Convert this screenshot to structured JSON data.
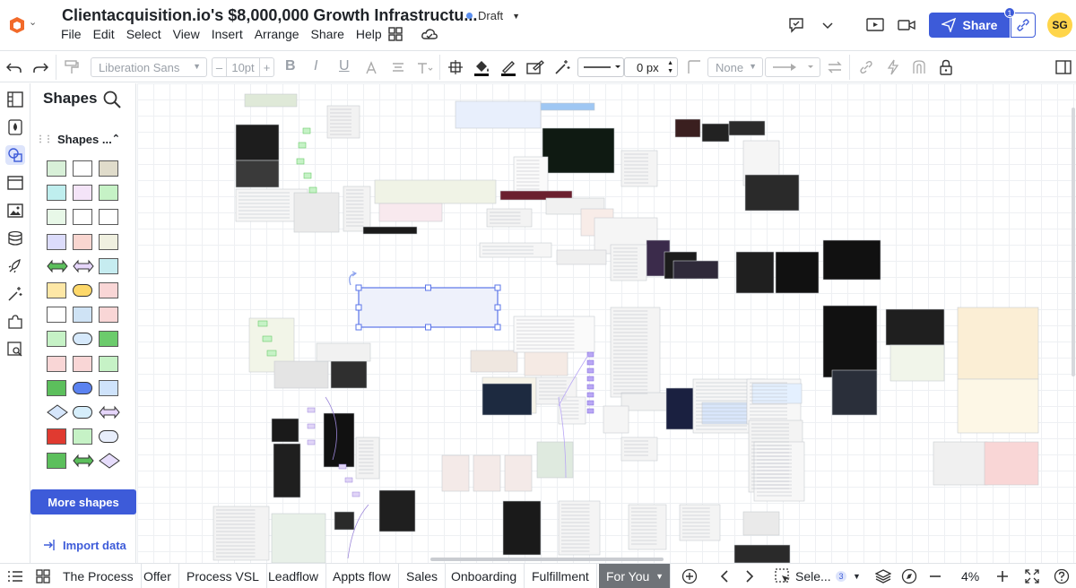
{
  "document": {
    "title": "Clientacquisition.io's $8,000,000 Growth Infrastructu...",
    "status": "Draft"
  },
  "menu": [
    "File",
    "Edit",
    "Select",
    "View",
    "Insert",
    "Arrange",
    "Share",
    "Help"
  ],
  "header": {
    "share_label": "Share",
    "share_badge": "1",
    "avatar_initials": "SG"
  },
  "toolbar": {
    "font_family": "Liberation Sans",
    "font_size": "10pt",
    "size_minus": "–",
    "size_plus": "+",
    "bold": "B",
    "italic": "I",
    "underline": "U",
    "line_width": "0 px",
    "line_end": "None"
  },
  "shapes_panel": {
    "title": "Shapes",
    "group_label": "Shapes ...",
    "more_shapes_label": "More shapes",
    "import_data_label": "Import data"
  },
  "pages": {
    "tabs": [
      "The Process",
      "Offer",
      "Process VSL",
      "Leadflow",
      "Appts flow",
      "Sales",
      "Onboarding",
      "Fulfillment",
      "For You"
    ],
    "active": "For You"
  },
  "selection": {
    "label": "Sele...",
    "count": "3"
  },
  "zoom": {
    "level": "4%"
  },
  "colors": {
    "accent": "#3d5bd9",
    "avatar": "#ffd54a",
    "active_tab": "#6f7378"
  }
}
